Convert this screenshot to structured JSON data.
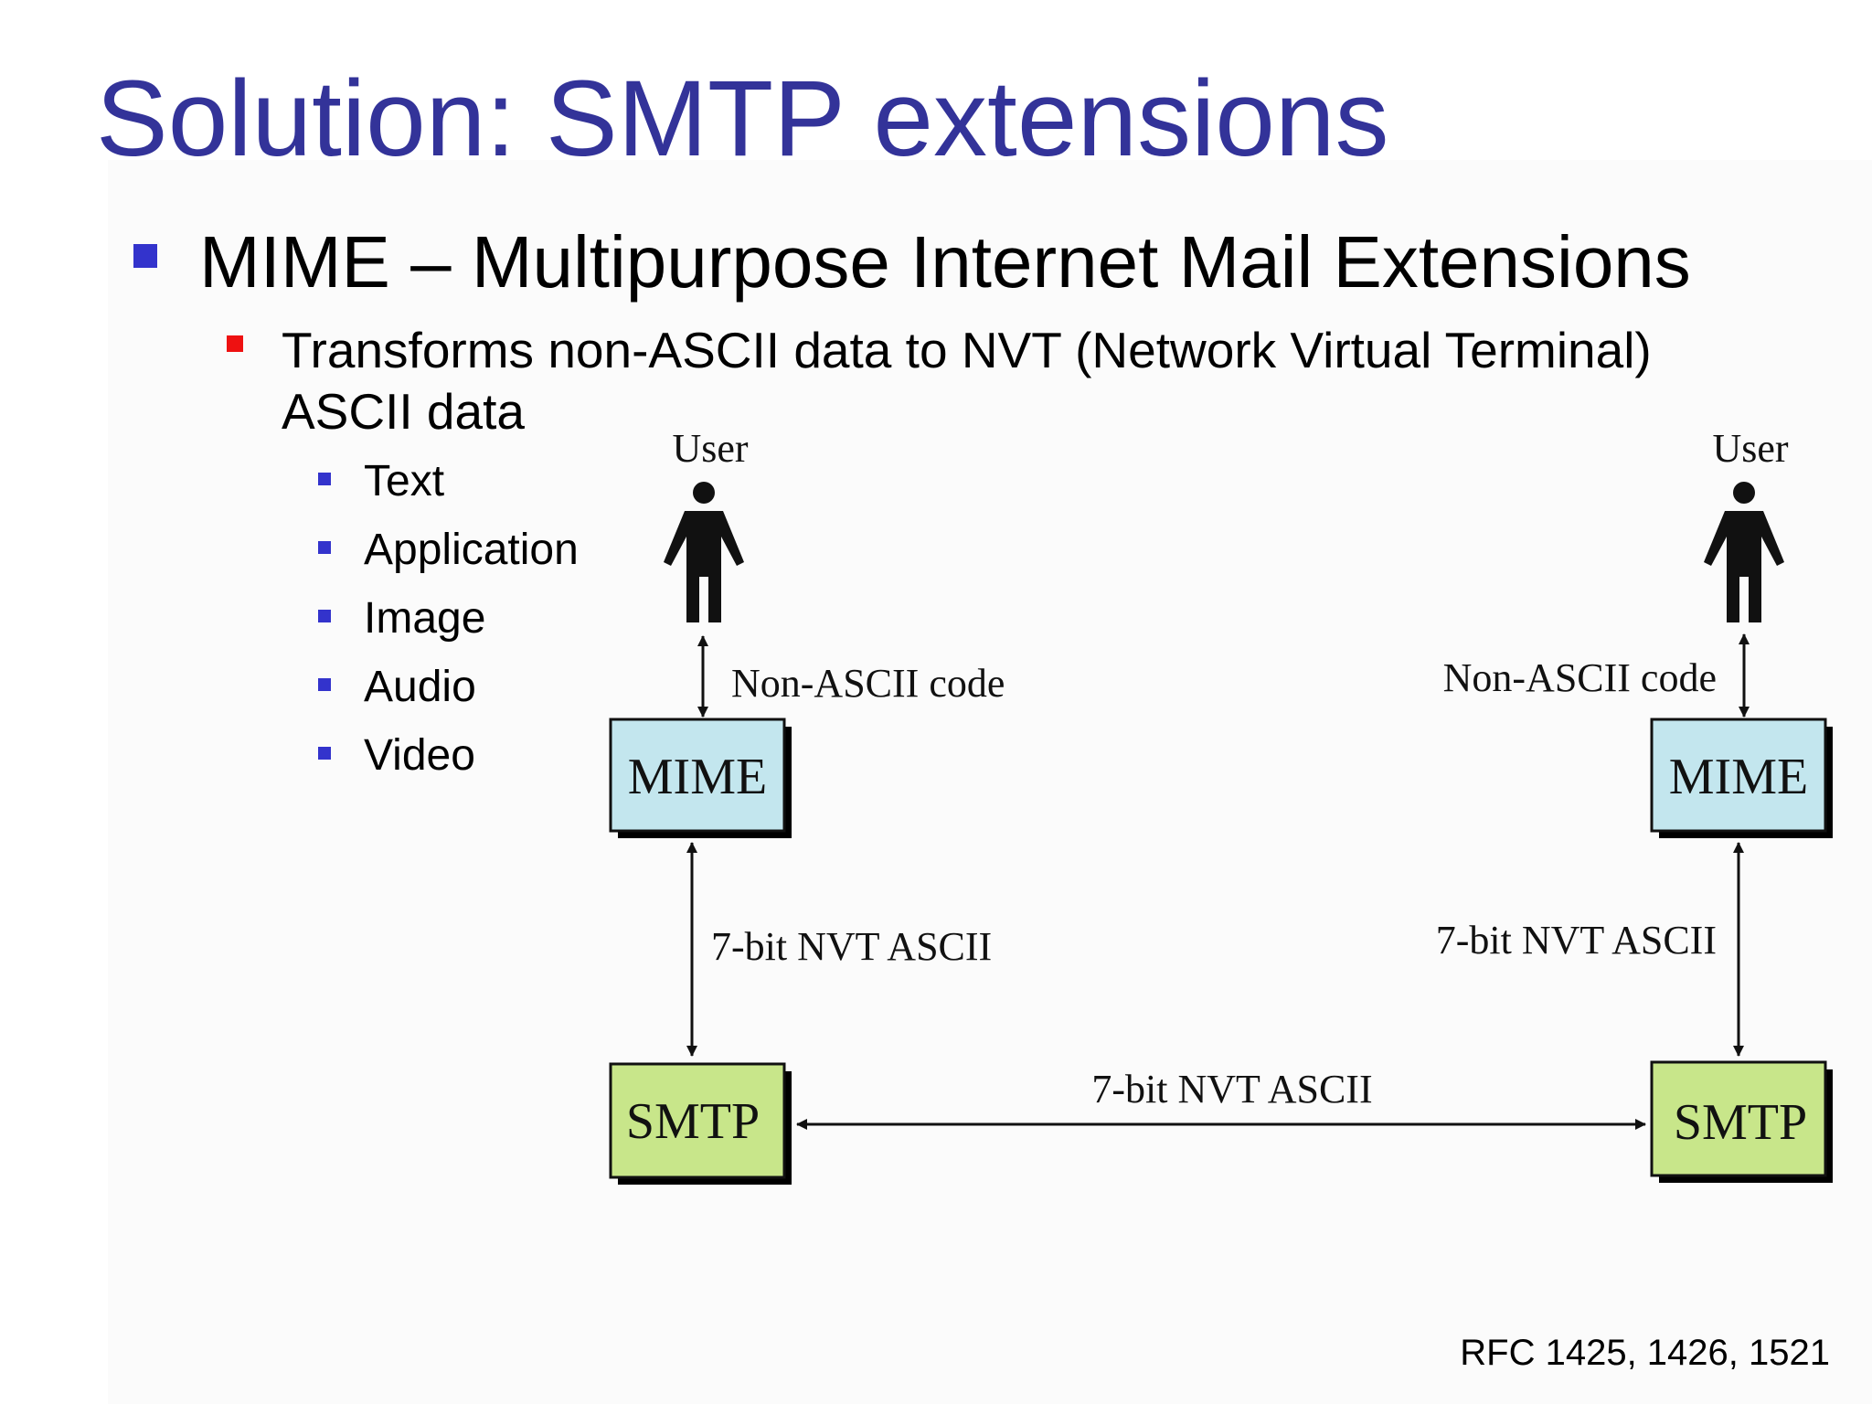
{
  "slide": {
    "title": "Solution: SMTP extensions",
    "bullet_level1": "MIME – Multipurpose Internet Mail Extensions",
    "bullet_level2_line1": "Transforms non-ASCII data to NVT (Network Virtual Terminal)",
    "bullet_level2_line2": "ASCII data",
    "bullet_level3": [
      "Text",
      "Application",
      "Image",
      "Audio",
      "Video"
    ],
    "footer": "RFC 1425, 1426, 1521"
  },
  "diagram": {
    "left": {
      "user_label": "User",
      "user_link_label": "Non-ASCII code",
      "mime_label": "MIME",
      "mid_link_label": "7-bit NVT ASCII",
      "smtp_label": "SMTP"
    },
    "right": {
      "user_label": "User",
      "user_link_label": "Non-ASCII code",
      "mime_label": "MIME",
      "mid_link_label": "7-bit NVT ASCII",
      "smtp_label": "SMTP"
    },
    "bottom_link_label": "7-bit NVT ASCII"
  },
  "colors": {
    "title": "#333399",
    "level1_bullet": "#3333cc",
    "level2_bullet": "#ee1111",
    "level3_bullet": "#3333cc",
    "mime_fill": "#c3e6ee",
    "smtp_fill": "#c8e68a",
    "box_border": "#111111",
    "box_shadow": "#000000"
  },
  "icons": [
    "user-figure-icon",
    "user-figure-icon"
  ]
}
